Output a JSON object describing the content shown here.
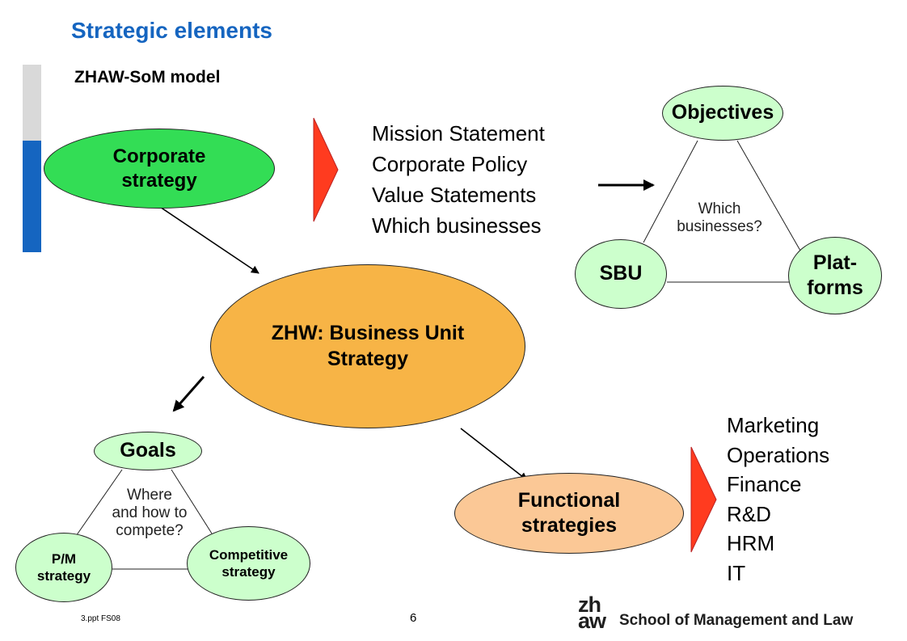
{
  "slide": {
    "title": "Strategic elements",
    "subtitle": "ZHAW-SoM model",
    "file_ref": "3.ppt FS08",
    "page_number": "6"
  },
  "nodes": {
    "corporate": {
      "line1": "Corporate",
      "line2": "strategy"
    },
    "business_unit": {
      "line1": "ZHW: Business Unit",
      "line2": "Strategy"
    },
    "functional": {
      "line1": "Functional",
      "line2": "strategies"
    },
    "objectives": "Objectives",
    "sbu": "SBU",
    "platforms": {
      "line1": "Plat-",
      "line2": "forms"
    },
    "goals": "Goals",
    "pm": {
      "line1": "P/M",
      "line2": "strategy"
    },
    "competitive": {
      "line1": "Competitive",
      "line2": "strategy"
    }
  },
  "corporate_list": [
    "Mission Statement",
    "Corporate Policy",
    "Value Statements",
    "Which businesses"
  ],
  "functional_list": [
    "Marketing",
    "Operations",
    "Finance",
    "R&D",
    "HRM",
    "IT"
  ],
  "questions": {
    "which": {
      "line1": "Which",
      "line2": "businesses?"
    },
    "where": {
      "line1": "Where",
      "line2": "and how to",
      "line3": "compete?"
    }
  },
  "logo": {
    "mark_top": "zh",
    "mark_bottom": "aw",
    "name": "School of Management and Law"
  },
  "colors": {
    "title_blue": "#1565c0",
    "corporate_green": "#33dd55",
    "light_green": "#ccffcc",
    "business_orange": "#f7b446",
    "functional_peach": "#fbc896",
    "chevron_red": "#ff3b1f"
  }
}
